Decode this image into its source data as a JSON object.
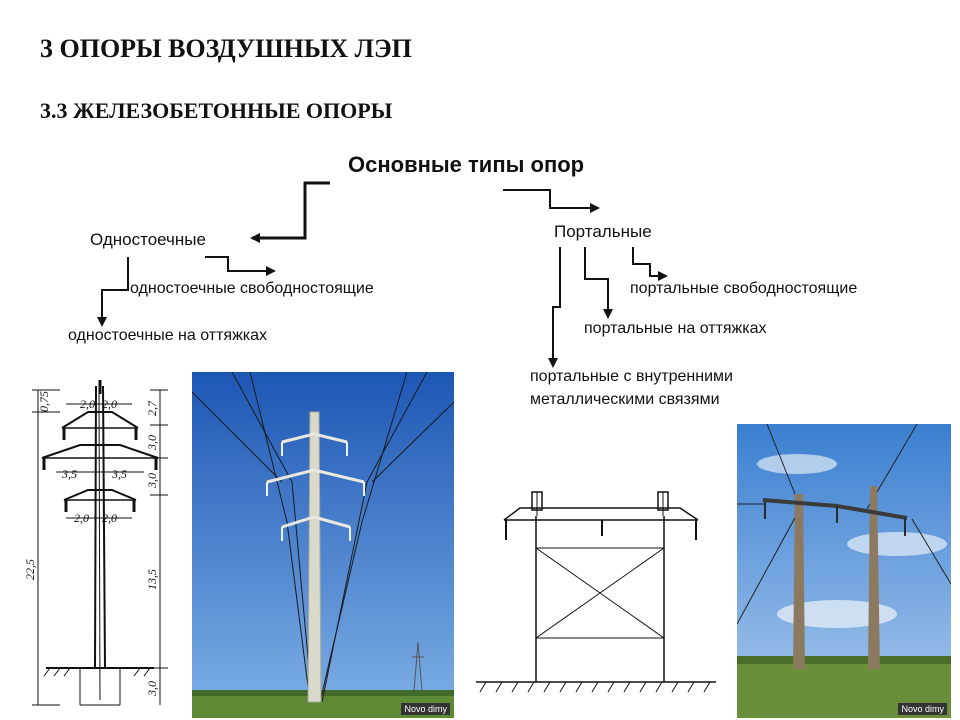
{
  "title": "3 ОПОРЫ ВОЗДУШНЫХ ЛЭП",
  "subtitle": "3.3 ЖЕЛЕЗОБЕТОННЫЕ ОПОРЫ",
  "tree": {
    "root": "Основные типы опор",
    "single": {
      "label": "Одностоечные",
      "free": "одностоечные свободностоящие",
      "guyed": "одностоечные на оттяжках"
    },
    "portal": {
      "label": "Портальные",
      "free": "портальные свободностоящие",
      "guyed": "портальные на оттяжках",
      "internal_line1": "портальные с внутренними",
      "internal_line2": "металлическими связями"
    }
  },
  "drawing_dims": {
    "top_075": "0,75",
    "arm_20a": "2,0",
    "arm_20b": "2,0",
    "arm_35a": "3,5",
    "arm_35b": "3,5",
    "arm_20c": "2,0",
    "arm_20d": "2,0",
    "h_27": "2,7",
    "h_30a": "3,0",
    "h_30b": "3,0",
    "h_225": "22,5",
    "h_135": "13,5",
    "h_30c": "3,0"
  },
  "watermark": "Novo dimy",
  "colors": {
    "sky": "#2f6fc6",
    "pole": "#cfcfc4",
    "grass": "#6a8f3a"
  }
}
